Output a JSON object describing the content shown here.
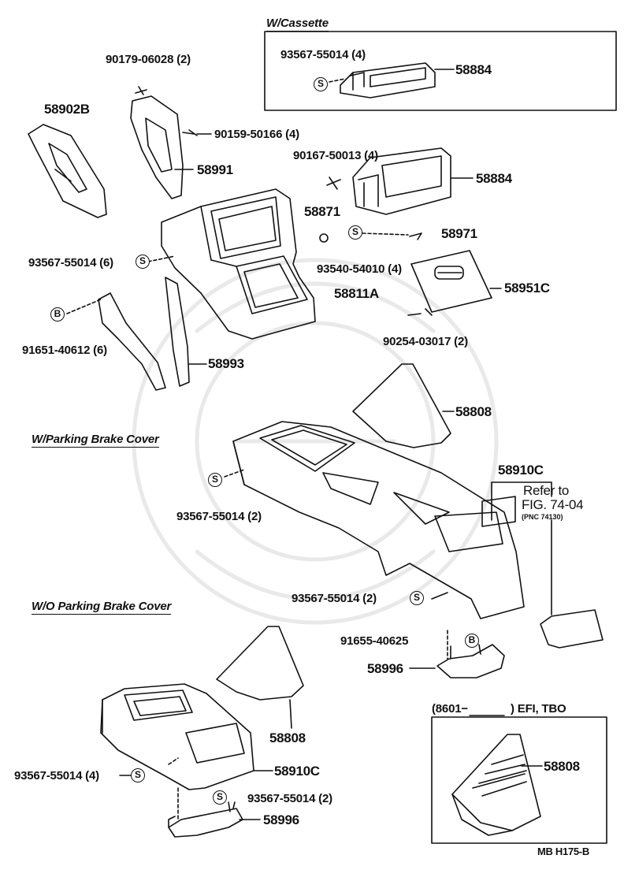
{
  "diagram": {
    "sections": {
      "cassette": "W/Cassette",
      "parking_cover": "W/Parking Brake Cover",
      "no_parking_cover": "W/O Parking Brake Cover",
      "efi_tbo_open": "(8601−",
      "efi_tbo_close": ") EFI, TBO"
    },
    "parts": {
      "p90179": "90179-06028 (2)",
      "p58902b": "58902B",
      "p90159": "90159-50166 (4)",
      "p58991": "58991",
      "p93567_top": "93567-55014 (4)",
      "p58884_top": "58884",
      "p90167": "90167-50013 (4)",
      "p58884_mid": "58884",
      "p58871": "58871",
      "p58971": "58971",
      "p93567_6": "93567-55014 (6)",
      "p93540": "93540-54010 (4)",
      "p58811a": "58811A",
      "p58951c": "58951C",
      "p91651": "91651-40612 (6)",
      "p90254": "90254-03017 (2)",
      "p58993": "58993",
      "p58808_a": "58808",
      "p93567_2a": "93567-55014 (2)",
      "p58910c_a": "58910C",
      "refer_1": "Refer to",
      "refer_2": "FIG. 74-04",
      "refer_3": "(PNC 74130)",
      "p93567_2b": "93567-55014 (2)",
      "p91655": "91655-40625",
      "p58996_a": "58996",
      "p58808_b": "58808",
      "p58910c_b": "58910C",
      "p93567_4b": "93567-55014 (4)",
      "p93567_2c": "93567-55014 (2)",
      "p58996_b": "58996",
      "p58808_c": "58808"
    },
    "symbols": {
      "s": "S",
      "b": "B"
    },
    "footer_code": "MB  H175-B"
  }
}
